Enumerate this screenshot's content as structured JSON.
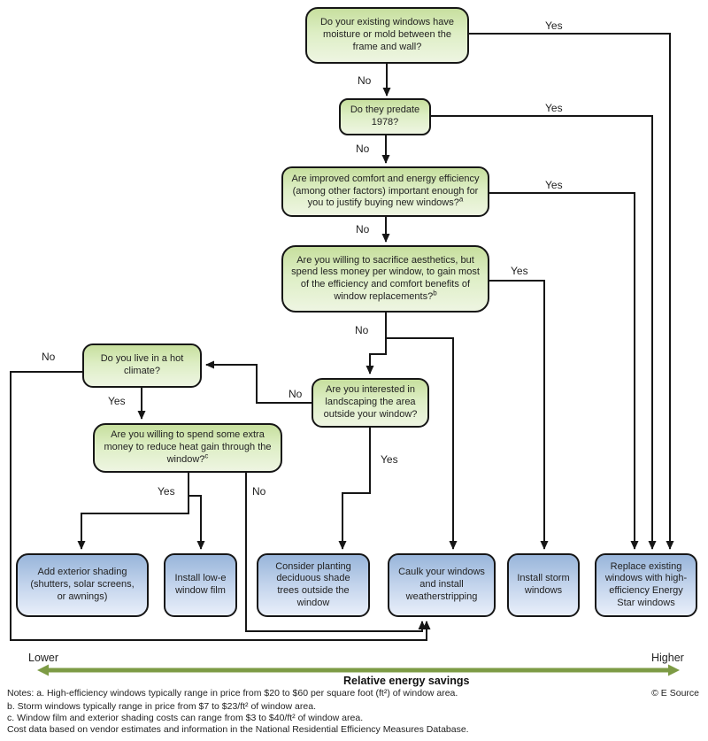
{
  "flowchart": {
    "decisions": {
      "moisture": {
        "text": "Do your existing windows have moisture or mold between the frame and wall?",
        "sup": ""
      },
      "predate": {
        "text": "Do they predate 1978?",
        "sup": ""
      },
      "comfort": {
        "text": "Are improved comfort and energy efficiency (among other factors) important enough for you to justify buying new windows?",
        "sup": "a"
      },
      "aesthetics": {
        "text": "Are you willing to sacrifice aesthetics, but spend less money per window, to gain most of the efficiency and comfort benefits of window replacements?",
        "sup": "b"
      },
      "hot_climate": {
        "text": "Do you live in a hot climate?",
        "sup": ""
      },
      "landscaping": {
        "text": "Are you interested in landscaping the area outside your window?",
        "sup": ""
      },
      "heat_gain": {
        "text": "Are you willing to spend some extra money to reduce heat gain through the window?",
        "sup": "c"
      }
    },
    "actions": {
      "shading": {
        "text": "Add exterior shading (shutters, solar screens, or awnings)"
      },
      "film": {
        "text": "Install low-e window film"
      },
      "trees": {
        "text": "Consider planting deciduous shade trees outside the window"
      },
      "caulk": {
        "text": "Caulk your windows and install weatherstripping"
      },
      "storm": {
        "text": "Install storm windows"
      },
      "replace": {
        "text": "Replace existing windows with high-efficiency Energy Star windows"
      }
    },
    "labels": {
      "yes": "Yes",
      "no": "No"
    }
  },
  "axis": {
    "lower": "Lower",
    "higher": "Higher",
    "title": "Relative energy savings"
  },
  "notes": {
    "a": "Notes: a. High-efficiency windows typically range in price from $20 to $60 per square foot (ft²) of window area.",
    "b": "b. Storm windows typically range in price from $7 to $23/ft² of window area.",
    "c": "c. Window film and exterior shading costs can range from $3 to $40/ft² of window area.",
    "source": "Cost data based on vendor estimates and information in the National Residential Efficiency Measures Database."
  },
  "credit": "© E Source",
  "colors": {
    "decision_top": "#c7df9e",
    "decision_bottom": "#eef5e2",
    "action_top": "#98b5da",
    "action_bottom": "#e9effa",
    "axis_green": "#7d9b45",
    "line": "#161616"
  }
}
